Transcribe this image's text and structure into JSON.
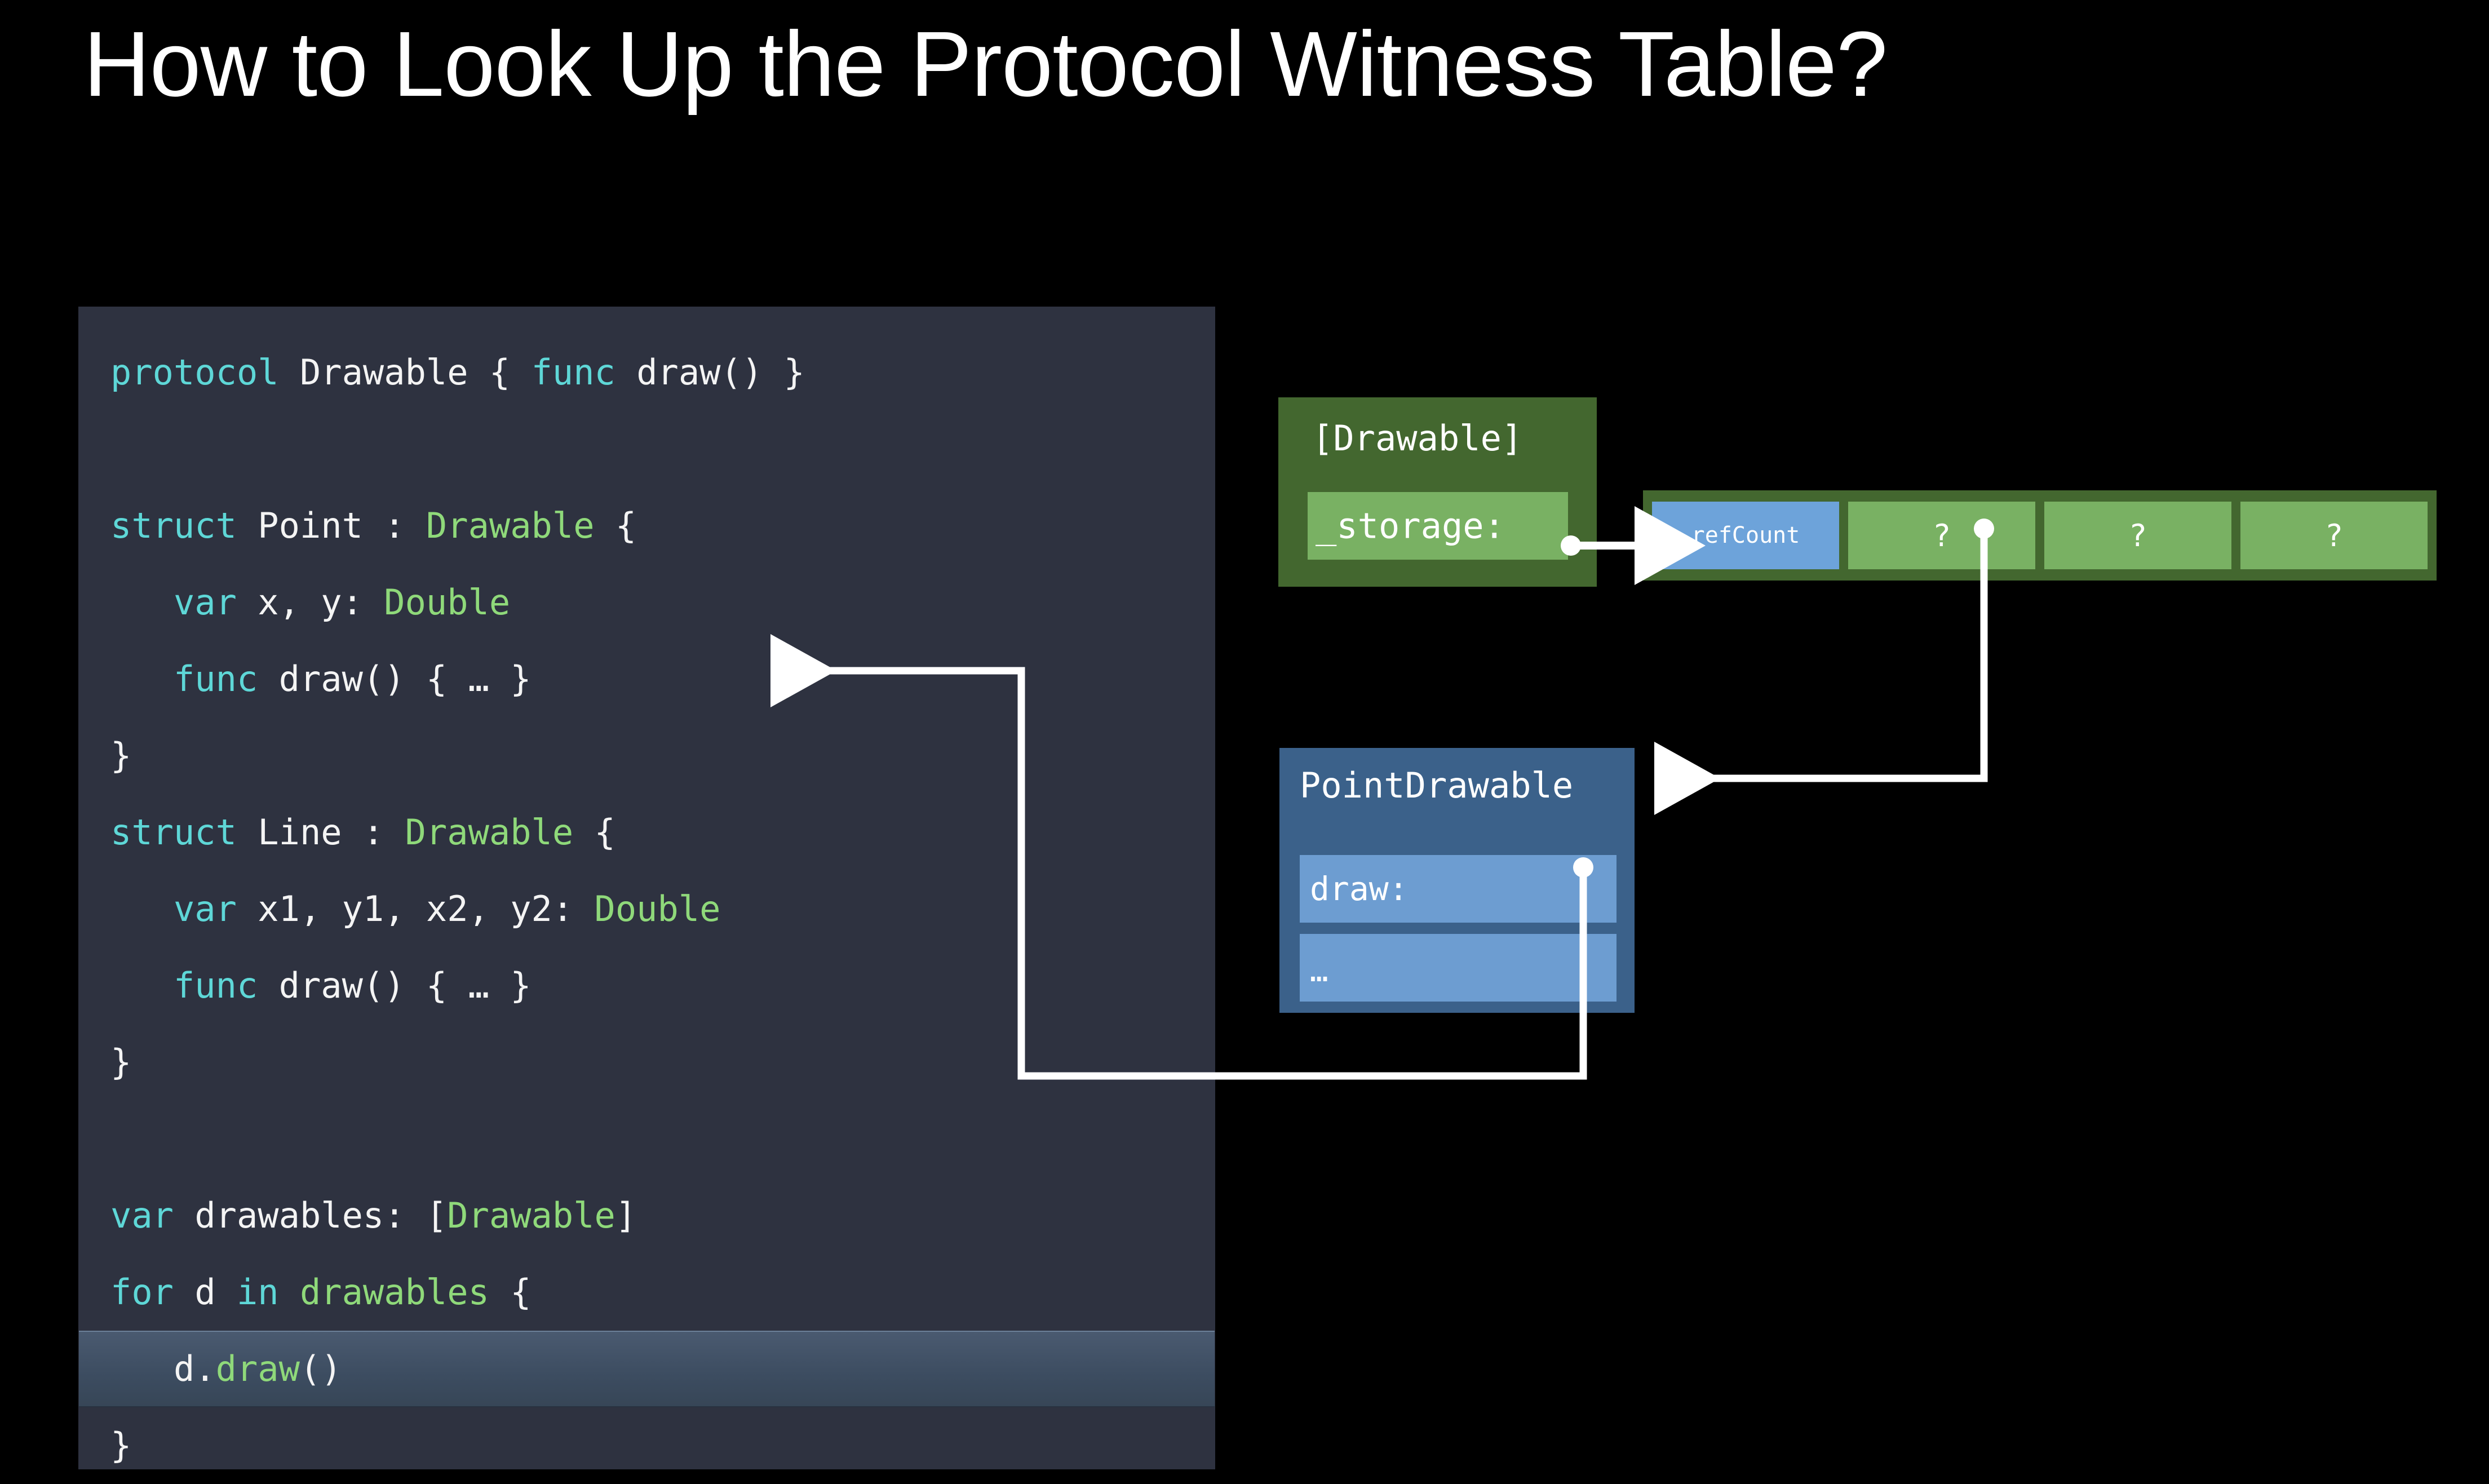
{
  "slide": {
    "title": "How to Look Up the Protocol Witness Table?",
    "background_color": "#000000"
  },
  "code_panel": {
    "background_color": "#2e3240",
    "highlight_color": "#3f4f64",
    "syntax_colors": {
      "keyword": "#5ed7d7",
      "type": "#8fd97a",
      "identifier": "#f4f4f4"
    },
    "lines": [
      {
        "segments": [
          {
            "t": "protocol ",
            "c": "kw"
          },
          {
            "t": "Drawable ",
            "c": "id"
          },
          {
            "t": "{ ",
            "c": "punc"
          },
          {
            "t": "func ",
            "c": "kw"
          },
          {
            "t": "draw() }",
            "c": "id"
          }
        ]
      },
      {
        "segments": []
      },
      {
        "segments": [
          {
            "t": "struct ",
            "c": "kw"
          },
          {
            "t": "Point : ",
            "c": "id"
          },
          {
            "t": "Drawable",
            "c": "type"
          },
          {
            "t": " {",
            "c": "punc"
          }
        ]
      },
      {
        "segments": [
          {
            "t": "   ",
            "c": "punc"
          },
          {
            "t": "var ",
            "c": "kw"
          },
          {
            "t": "x, y: ",
            "c": "id"
          },
          {
            "t": "Double",
            "c": "type"
          }
        ]
      },
      {
        "segments": [
          {
            "t": "   ",
            "c": "punc"
          },
          {
            "t": "func ",
            "c": "kw"
          },
          {
            "t": "draw() { … }",
            "c": "id"
          }
        ]
      },
      {
        "segments": [
          {
            "t": "}",
            "c": "punc"
          }
        ]
      },
      {
        "segments": [
          {
            "t": "struct ",
            "c": "kw"
          },
          {
            "t": "Line : ",
            "c": "id"
          },
          {
            "t": "Drawable",
            "c": "type"
          },
          {
            "t": " {",
            "c": "punc"
          }
        ]
      },
      {
        "segments": [
          {
            "t": "   ",
            "c": "punc"
          },
          {
            "t": "var ",
            "c": "kw"
          },
          {
            "t": "x1, y1, x2, y2: ",
            "c": "id"
          },
          {
            "t": "Double",
            "c": "type"
          }
        ]
      },
      {
        "segments": [
          {
            "t": "   ",
            "c": "punc"
          },
          {
            "t": "func ",
            "c": "kw"
          },
          {
            "t": "draw() { … }",
            "c": "id"
          }
        ]
      },
      {
        "segments": [
          {
            "t": "}",
            "c": "punc"
          }
        ]
      },
      {
        "segments": []
      },
      {
        "segments": [
          {
            "t": "var ",
            "c": "kw"
          },
          {
            "t": "drawables: [",
            "c": "id"
          },
          {
            "t": "Drawable",
            "c": "type"
          },
          {
            "t": "]",
            "c": "id"
          }
        ]
      },
      {
        "segments": [
          {
            "t": "for ",
            "c": "kw"
          },
          {
            "t": "d ",
            "c": "id"
          },
          {
            "t": "in ",
            "c": "kw"
          },
          {
            "t": "drawables",
            "c": "type"
          },
          {
            "t": " {",
            "c": "punc"
          }
        ]
      },
      {
        "segments": [
          {
            "t": "   ",
            "c": "punc"
          },
          {
            "t": "d.",
            "c": "id"
          },
          {
            "t": "draw",
            "c": "type"
          },
          {
            "t": "()",
            "c": "id"
          }
        ],
        "highlight": true
      },
      {
        "segments": [
          {
            "t": "}",
            "c": "punc"
          }
        ]
      }
    ]
  },
  "diagram": {
    "existential_box": {
      "title": "[Drawable]",
      "field_label": "_storage:",
      "box_color": "#43672f",
      "field_color": "#79b163"
    },
    "array_buffer": {
      "box_color": "#43672f",
      "cells": [
        {
          "label": "refCount",
          "kind": "refcount",
          "color": "#6da3da"
        },
        {
          "label": "?",
          "kind": "unknown",
          "color": "#79b163"
        },
        {
          "label": "?",
          "kind": "unknown",
          "color": "#79b163"
        },
        {
          "label": "?",
          "kind": "unknown",
          "color": "#79b163"
        }
      ]
    },
    "witness_table": {
      "title": "PointDrawable",
      "box_color": "#3b618a",
      "row_color": "#6d9dd1",
      "rows": [
        {
          "label": "draw:"
        },
        {
          "label": "…"
        }
      ]
    },
    "connectors": [
      {
        "name": "storage-to-buffer",
        "from": "_storage:",
        "to": "refCount"
      },
      {
        "name": "buffer-to-witness-table",
        "from": "array element ?",
        "to": "PointDrawable"
      },
      {
        "name": "witness-entry-to-implementation",
        "from": "draw:",
        "to": "func draw() { … }"
      }
    ],
    "connector_color": "#ffffff"
  }
}
